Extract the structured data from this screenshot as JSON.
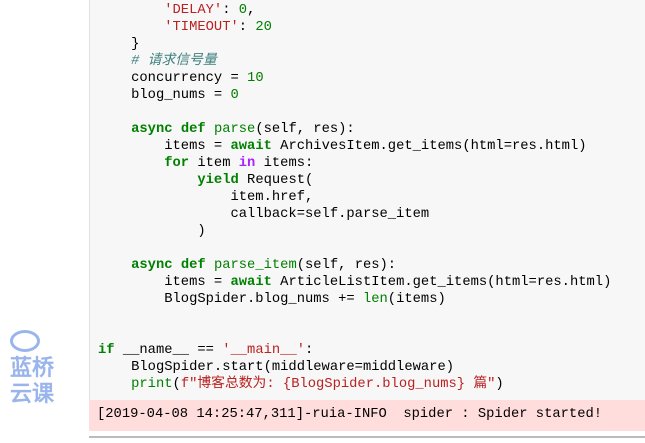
{
  "code_lines": [
    [
      [
        "        ",
        ""
      ],
      [
        "'DELAY'",
        "str"
      ],
      [
        ": ",
        ""
      ],
      [
        "0",
        "num"
      ],
      [
        ",",
        ""
      ]
    ],
    [
      [
        "        ",
        ""
      ],
      [
        "'TIMEOUT'",
        "str"
      ],
      [
        ": ",
        ""
      ],
      [
        "20",
        "num"
      ]
    ],
    [
      [
        "    }",
        ""
      ]
    ],
    [
      [
        "    ",
        ""
      ],
      [
        "# 请求信号量",
        "cm"
      ]
    ],
    [
      [
        "    concurrency ",
        ""
      ],
      [
        "=",
        ""
      ],
      [
        " ",
        ""
      ],
      [
        "10",
        "num"
      ]
    ],
    [
      [
        "    blog_nums = ",
        ""
      ],
      [
        "0",
        "num"
      ]
    ],
    [],
    [
      [
        "    ",
        ""
      ],
      [
        "async",
        "kw"
      ],
      [
        " ",
        ""
      ],
      [
        "def",
        "kw"
      ],
      [
        " ",
        ""
      ],
      [
        "parse",
        "bi"
      ],
      [
        "(self, res):",
        ""
      ]
    ],
    [
      [
        "        items = ",
        ""
      ],
      [
        "await",
        "kw"
      ],
      [
        " ArchivesItem.get_items(html=res.html)",
        ""
      ]
    ],
    [
      [
        "        ",
        ""
      ],
      [
        "for",
        "kw"
      ],
      [
        " item ",
        ""
      ],
      [
        "in",
        "op"
      ],
      [
        " items:",
        ""
      ]
    ],
    [
      [
        "            ",
        ""
      ],
      [
        "yield",
        "kw"
      ],
      [
        " Request(",
        ""
      ]
    ],
    [
      [
        "                item.href,",
        ""
      ]
    ],
    [
      [
        "                callback=self.parse_item",
        ""
      ]
    ],
    [
      [
        "            )",
        ""
      ]
    ],
    [],
    [
      [
        "    ",
        ""
      ],
      [
        "async",
        "kw"
      ],
      [
        " ",
        ""
      ],
      [
        "def",
        "kw"
      ],
      [
        " ",
        ""
      ],
      [
        "parse_item",
        "bi"
      ],
      [
        "(self, res):",
        ""
      ]
    ],
    [
      [
        "        items = ",
        ""
      ],
      [
        "await",
        "kw"
      ],
      [
        " ArticleListItem.get_items(html=res.html)",
        ""
      ]
    ],
    [
      [
        "        BlogSpider.blog_nums += ",
        ""
      ],
      [
        "len",
        "bi"
      ],
      [
        "(items)",
        ""
      ]
    ],
    [],
    [],
    [
      [
        "if",
        "kw"
      ],
      [
        " __name__ == ",
        ""
      ],
      [
        "'__main__'",
        "str"
      ],
      [
        ":",
        ""
      ]
    ],
    [
      [
        "    BlogSpider.start(middleware=middleware)",
        ""
      ]
    ],
    [
      [
        "    ",
        ""
      ],
      [
        "print",
        "bi"
      ],
      [
        "(",
        ""
      ],
      [
        "f\"博客总数为: {BlogSpider.blog_nums} 篇\"",
        "str"
      ],
      [
        ")",
        ""
      ]
    ]
  ],
  "output": {
    "text": "[2019-04-08 14:25:47,311]-ruia-INFO  spider : Spider started!"
  },
  "watermark": {
    "text": "蓝桥云课"
  }
}
